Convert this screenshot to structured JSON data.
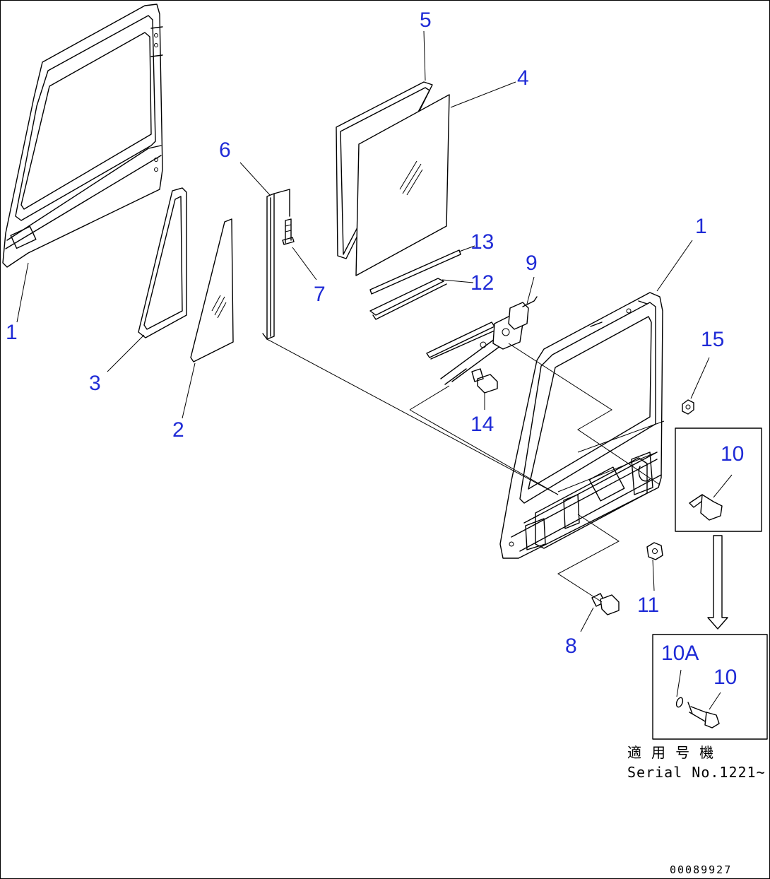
{
  "callouts": {
    "c1_left": "1",
    "c2": "2",
    "c3": "3",
    "c4": "4",
    "c5": "5",
    "c6": "6",
    "c7": "7",
    "c8": "8",
    "c9": "9",
    "c10_upper": "10",
    "c11": "11",
    "c12": "12",
    "c13": "13",
    "c14": "14",
    "c15": "15",
    "c1_right": "1",
    "c10a": "10A",
    "c10_lower": "10"
  },
  "inset": {
    "applicable_label": "適 用 号 機",
    "serial_label": "Serial No.1221~"
  },
  "drawing_code": "00089927"
}
